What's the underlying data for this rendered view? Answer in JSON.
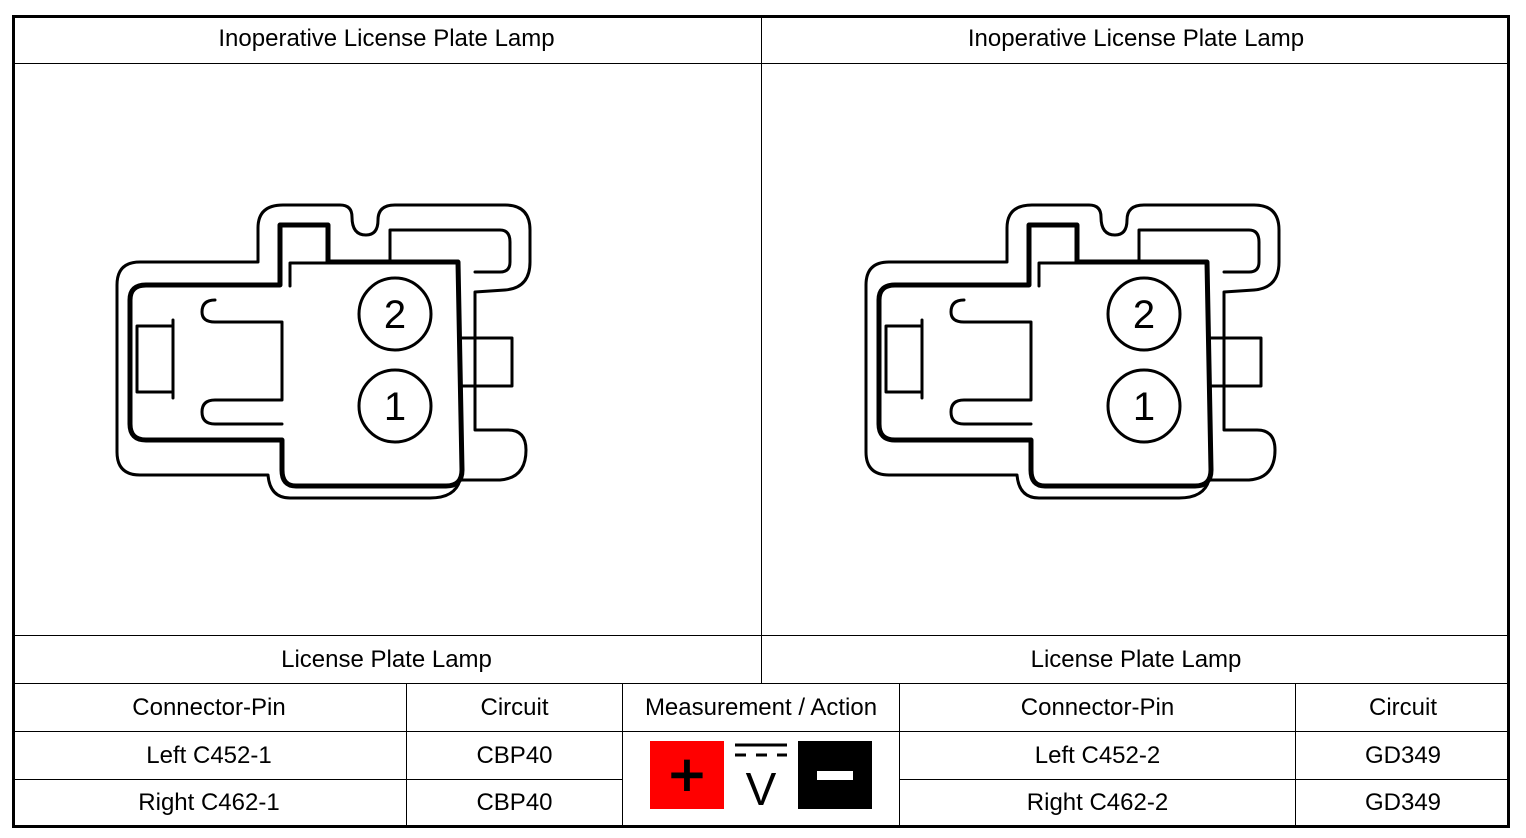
{
  "left_panel": {
    "header": "Inoperative License Plate Lamp",
    "footer": "License Plate Lamp",
    "pins": [
      "2",
      "1"
    ]
  },
  "right_panel": {
    "header": "Inoperative License Plate Lamp",
    "footer": "License Plate Lamp",
    "pins": [
      "2",
      "1"
    ]
  },
  "table": {
    "headers": [
      "Connector-Pin",
      "Circuit",
      "Measurement / Action",
      "Connector-Pin",
      "Circuit"
    ],
    "rows": [
      {
        "pin_a": "Left C452-1",
        "circuit_a": "CBP40",
        "pin_b": "Left C452-2",
        "circuit_b": "GD349"
      },
      {
        "pin_a": "Right C462-1",
        "circuit_a": "CBP40",
        "pin_b": "Right C462-2",
        "circuit_b": "GD349"
      }
    ]
  },
  "measurement": {
    "plus_symbol": "+",
    "minus_symbol": "−",
    "voltage_symbol": "V",
    "plus_color": "#ff0000",
    "minus_color": "#000000",
    "icon": "dc-voltage-measurement-icon"
  }
}
